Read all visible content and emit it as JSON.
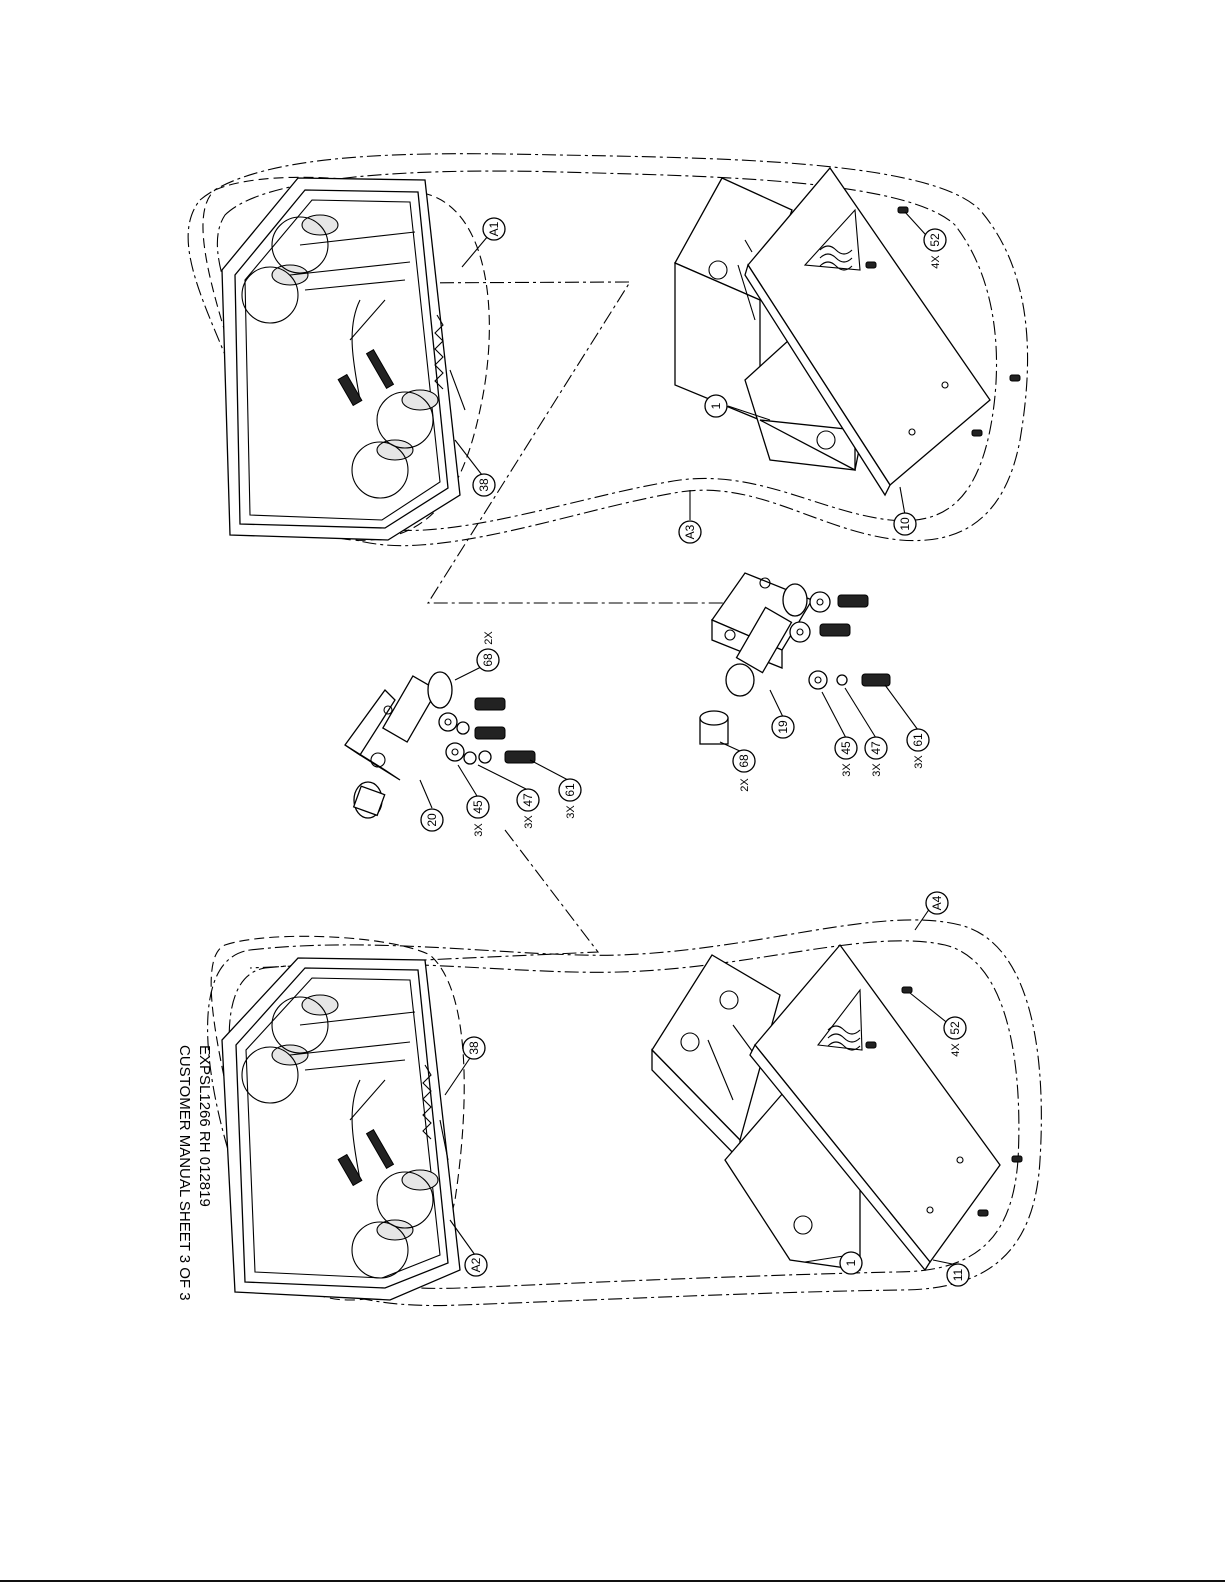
{
  "title_block": {
    "line1": "EXPSL1266 RH 012819",
    "line2": "CUSTOMER MANUAL SHEET 3 OF 3"
  },
  "balloons": {
    "A1": "A1",
    "A3": "A3",
    "A2": "A2",
    "A4": "A4",
    "p1_top": "1",
    "p1_bottom": "1",
    "p10": "10",
    "p11": "11",
    "p38_top": "38",
    "p38_bottom": "38",
    "p52_top": "52",
    "p52_bottom": "52",
    "p68_left": "68",
    "p68_right": "68",
    "p20": "20",
    "p19": "19",
    "p45_left": "45",
    "p45_right": "45",
    "p47_left": "47",
    "p47_right": "47",
    "p61_left": "61",
    "p61_right": "61"
  },
  "quantities": {
    "q52_top": "4X",
    "q52_bottom": "4X",
    "q68_left": "2X",
    "q68_right": "2X",
    "q45_left": "3X",
    "q45_right": "3X",
    "q47_left": "3X",
    "q47_right": "3X",
    "q61_left": "3X",
    "q61_right": "3X"
  }
}
